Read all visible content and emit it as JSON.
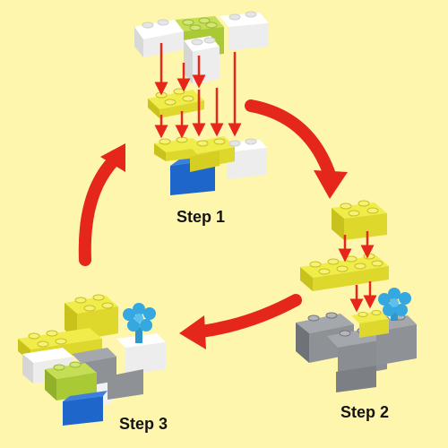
{
  "steps": {
    "step1": "Step 1",
    "step2": "Step 2",
    "step3": "Step 3"
  },
  "colors": {
    "background": "#FFF6AE",
    "arrow": "#E5261B",
    "white_brick": "#F4F4F4",
    "yellow_brick": "#E8E42A",
    "lime_brick": "#B7D53B",
    "blue_brick": "#1E66C9",
    "gray_brick": "#8E9196",
    "flower": "#35A8E0"
  }
}
